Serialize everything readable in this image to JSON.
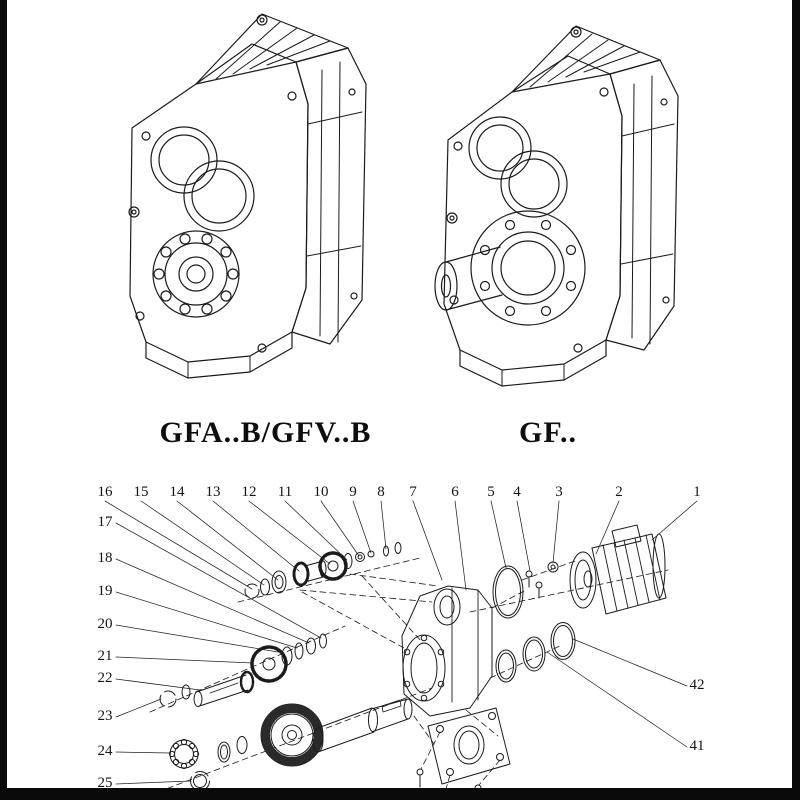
{
  "page": {
    "background": "#ffffff",
    "ink": "#1b1b1b",
    "frame_color": "#0a0a0a"
  },
  "products": [
    {
      "label": "GFA..B/GFV..B"
    },
    {
      "label": "GF.."
    }
  ],
  "exploded": {
    "top_callouts": [
      "16",
      "15",
      "14",
      "13",
      "12",
      "11",
      "10",
      "9",
      "8",
      "7",
      "6",
      "5",
      "4",
      "3",
      "2",
      "1"
    ],
    "left_callouts": [
      "17",
      "18",
      "19",
      "20",
      "21",
      "22",
      "23",
      "24",
      "25"
    ],
    "right_callouts": [
      "42",
      "41"
    ]
  }
}
